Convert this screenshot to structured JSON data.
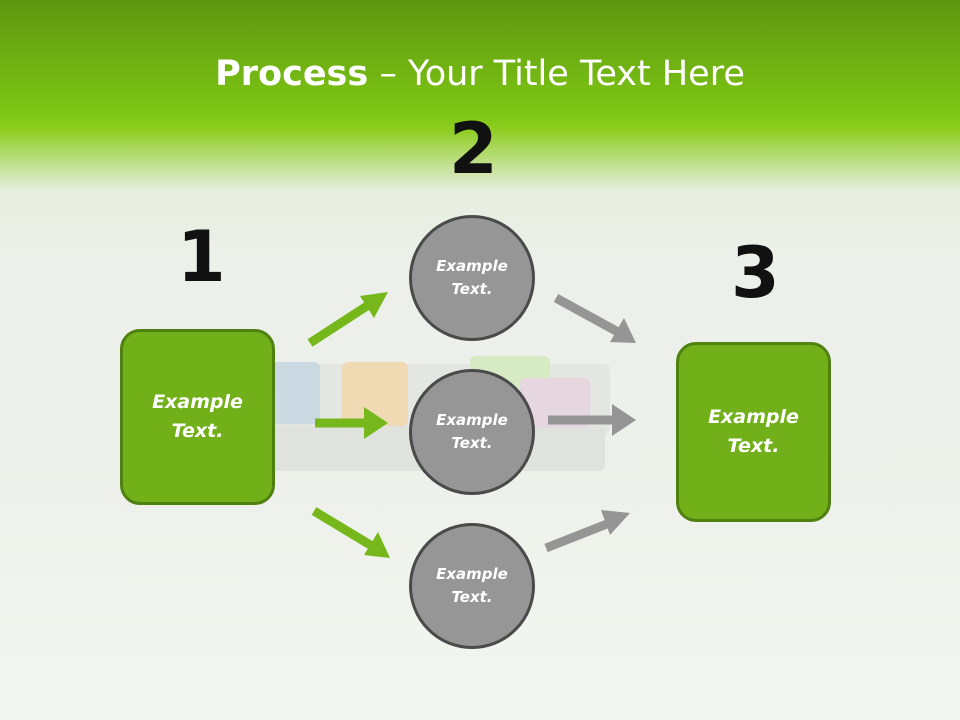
{
  "title": {
    "bold": "Process",
    "rest": " – Your Title Text Here"
  },
  "steps": {
    "one": "1",
    "two": "2",
    "three": "3"
  },
  "boxes": {
    "left": "Example\nText.",
    "right": "Example\nText."
  },
  "circles": [
    {
      "label": "Example\nText."
    },
    {
      "label": "Example\nText."
    },
    {
      "label": "Example\nText."
    }
  ],
  "colors": {
    "green_box": "#72b019",
    "green_arrow": "#76b81b",
    "gray_circle": "#969696",
    "gray_arrow": "#959595"
  }
}
